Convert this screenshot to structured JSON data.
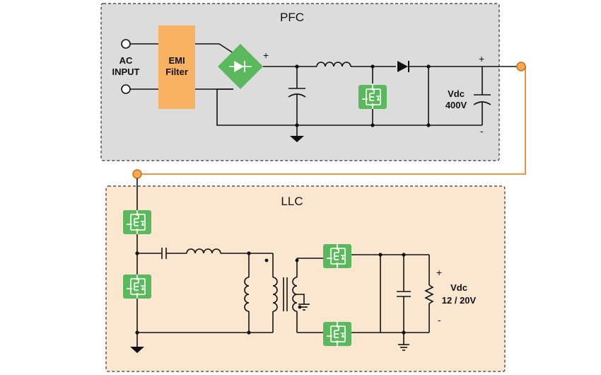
{
  "pfc": {
    "title": "PFC",
    "ac_input_line1": "AC",
    "ac_input_line2": "INPUT",
    "emi_filter_line1": "EMI",
    "emi_filter_line2": "Filter",
    "output_plus": "+",
    "output_minus": "-",
    "bridge_plus": "+",
    "vdc_label": "Vdc",
    "vdc_value": "400V"
  },
  "llc": {
    "title": "LLC",
    "output_plus": "+",
    "output_minus": "-",
    "vdc_label": "Vdc",
    "vdc_value": "12 / 20V"
  },
  "colors": {
    "pfc_box_fill": "#dcdcdc",
    "llc_box_fill": "#fbe6d0",
    "emi_fill": "#f9b262",
    "switch_fill": "#5cb85c",
    "link_wire": "#e8892e",
    "terminal_orange": "#f5a955"
  }
}
